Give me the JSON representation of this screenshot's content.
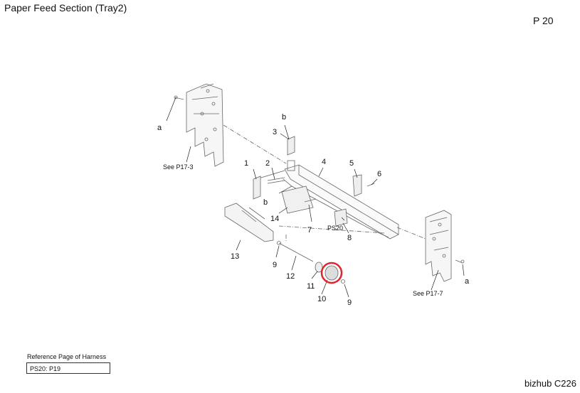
{
  "header": {
    "title": "Paper Feed Section (Tray2)",
    "page": "P 20"
  },
  "footer": {
    "harness_title": "Reference Page of Harness",
    "harness_ref": "PS20: P19",
    "model": "bizhub C226"
  },
  "callouts": {
    "c1": "1",
    "c2": "2",
    "c3": "3",
    "c4": "4",
    "c5": "5",
    "c6": "6",
    "c7": "7",
    "c8": "8",
    "c9a": "9",
    "c9b": "9",
    "c10": "10",
    "c11": "11",
    "c12": "12",
    "c13": "13",
    "c14": "14",
    "ba": "b",
    "bb": "b",
    "aa": "a",
    "ab": "a",
    "ps20": "PS20"
  },
  "refs": {
    "left": "See P17-3",
    "right": "See P17-7"
  },
  "highlight_color": "#e0262c"
}
